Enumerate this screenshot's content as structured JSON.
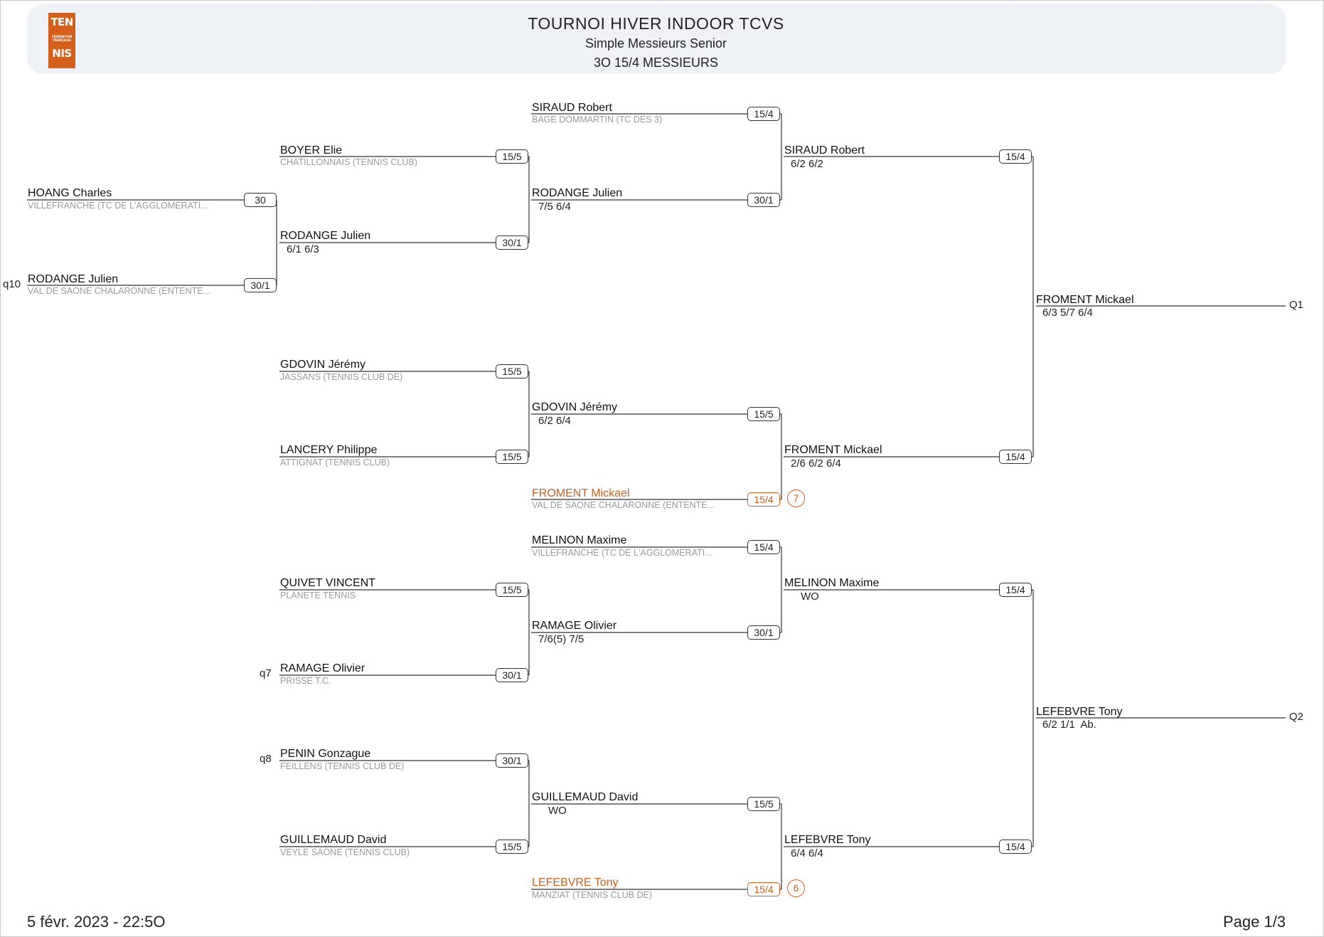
{
  "header": {
    "title": "TOURNOI HIVER INDOOR TCVS",
    "subtitle": "Simple Messieurs Senior",
    "category": "3O 15/4 MESSIEURS",
    "logo_line1": "TEN",
    "logo_line2": "FÉDÉRATION FRANÇAISE",
    "logo_line3": "NIS"
  },
  "colors": {
    "accent": "#d4601c",
    "header_bg": "#eef2f7"
  },
  "round1": [
    {
      "name": "HOANG Charles",
      "club": "VILLEFRANCHE (TC DE L'AGGLOMERATI...",
      "rank": "30",
      "seed": ""
    },
    {
      "name": "RODANGE Julien",
      "club": "VAL DE SAONE CHALARONNE (ENTENTE...",
      "rank": "30/1",
      "seed": "q10"
    }
  ],
  "round2": [
    {
      "name": "BOYER Elie",
      "club": "CHATILLONNAIS (TENNIS CLUB)",
      "rank": "15/5",
      "seed": ""
    },
    {
      "name": "RODANGE Julien",
      "score": "6/1 6/3",
      "rank": "30/1"
    },
    {
      "name": "GDOVIN Jérémy",
      "club": "JASSANS (TENNIS CLUB DE)",
      "rank": "15/5",
      "seed": ""
    },
    {
      "name": "LANCERY Philippe",
      "club": "ATTIGNAT (TENNIS CLUB)",
      "rank": "15/5",
      "seed": ""
    },
    {
      "name": "QUIVET VINCENT",
      "club": "PLANETE TENNIS",
      "rank": "15/5",
      "seed": ""
    },
    {
      "name": "RAMAGE Olivier",
      "club": "PRISSE T.C.",
      "rank": "30/1",
      "seed": "q7"
    },
    {
      "name": "PENIN Gonzague",
      "club": "FEILLENS (TENNIS CLUB DE)",
      "rank": "30/1",
      "seed": "q8"
    },
    {
      "name": "GUILLEMAUD David",
      "club": "VEYLE SAONE (TENNIS CLUB)",
      "rank": "15/5",
      "seed": ""
    }
  ],
  "round3": [
    {
      "name": "SIRAUD Robert",
      "club": "BAGE DOMMARTIN (TC DES 3)",
      "rank": "15/4",
      "entry": true
    },
    {
      "name": "RODANGE Julien",
      "score": "7/5 6/4",
      "rank": "30/1"
    },
    {
      "name": "GDOVIN Jérémy",
      "score": "6/2 6/4",
      "rank": "15/5"
    },
    {
      "name": "FROMENT Mickael",
      "club": "VAL DE SAONE CHALARONNE (ENTENTE...",
      "rank": "15/4",
      "entry": true,
      "seed_no": "7"
    },
    {
      "name": "MELINON Maxime",
      "club": "VILLEFRANCHE (TC DE L'AGGLOMERATI...",
      "rank": "15/4",
      "entry": true
    },
    {
      "name": "RAMAGE Olivier",
      "score": "7/6(5) 7/5",
      "rank": "30/1"
    },
    {
      "name": "GUILLEMAUD David",
      "score": "WO",
      "rank": "15/5"
    },
    {
      "name": "LEFEBVRE Tony",
      "club": "MANZIAT (TENNIS CLUB DE)",
      "rank": "15/4",
      "entry": true,
      "seed_no": "6"
    }
  ],
  "round4": [
    {
      "name": "SIRAUD Robert",
      "score": "6/2 6/2",
      "rank": "15/4"
    },
    {
      "name": "FROMENT Mickael",
      "score": "2/6 6/2 6/4",
      "rank": "15/4"
    },
    {
      "name": "MELINON Maxime",
      "score": "WO",
      "rank": "15/4"
    },
    {
      "name": "LEFEBVRE Tony",
      "score": "6/4 6/4",
      "rank": "15/4"
    }
  ],
  "round5": [
    {
      "name": "FROMENT Mickael",
      "score": "6/3 5/7 6/4",
      "qualifier": "Q1"
    },
    {
      "name": "LEFEBVRE Tony",
      "score": "6/2 1/1  Ab.",
      "qualifier": "Q2"
    }
  ],
  "footer": {
    "datetime": "5 févr. 2023 - 22:5O",
    "page": "Page 1/3"
  }
}
